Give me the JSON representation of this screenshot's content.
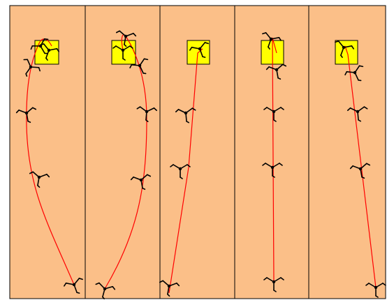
{
  "figure": {
    "background": "#ffffff",
    "panel_fill": "#fbbf88",
    "panel_border": "#000000",
    "target_fill": "#ffff00",
    "path_color": "#ff0000",
    "bug_color": "#000000"
  },
  "panels": [
    {
      "id": "panel-1"
    },
    {
      "id": "panel-2"
    },
    {
      "id": "panel-3"
    },
    {
      "id": "panel-4"
    },
    {
      "id": "panel-5"
    }
  ]
}
